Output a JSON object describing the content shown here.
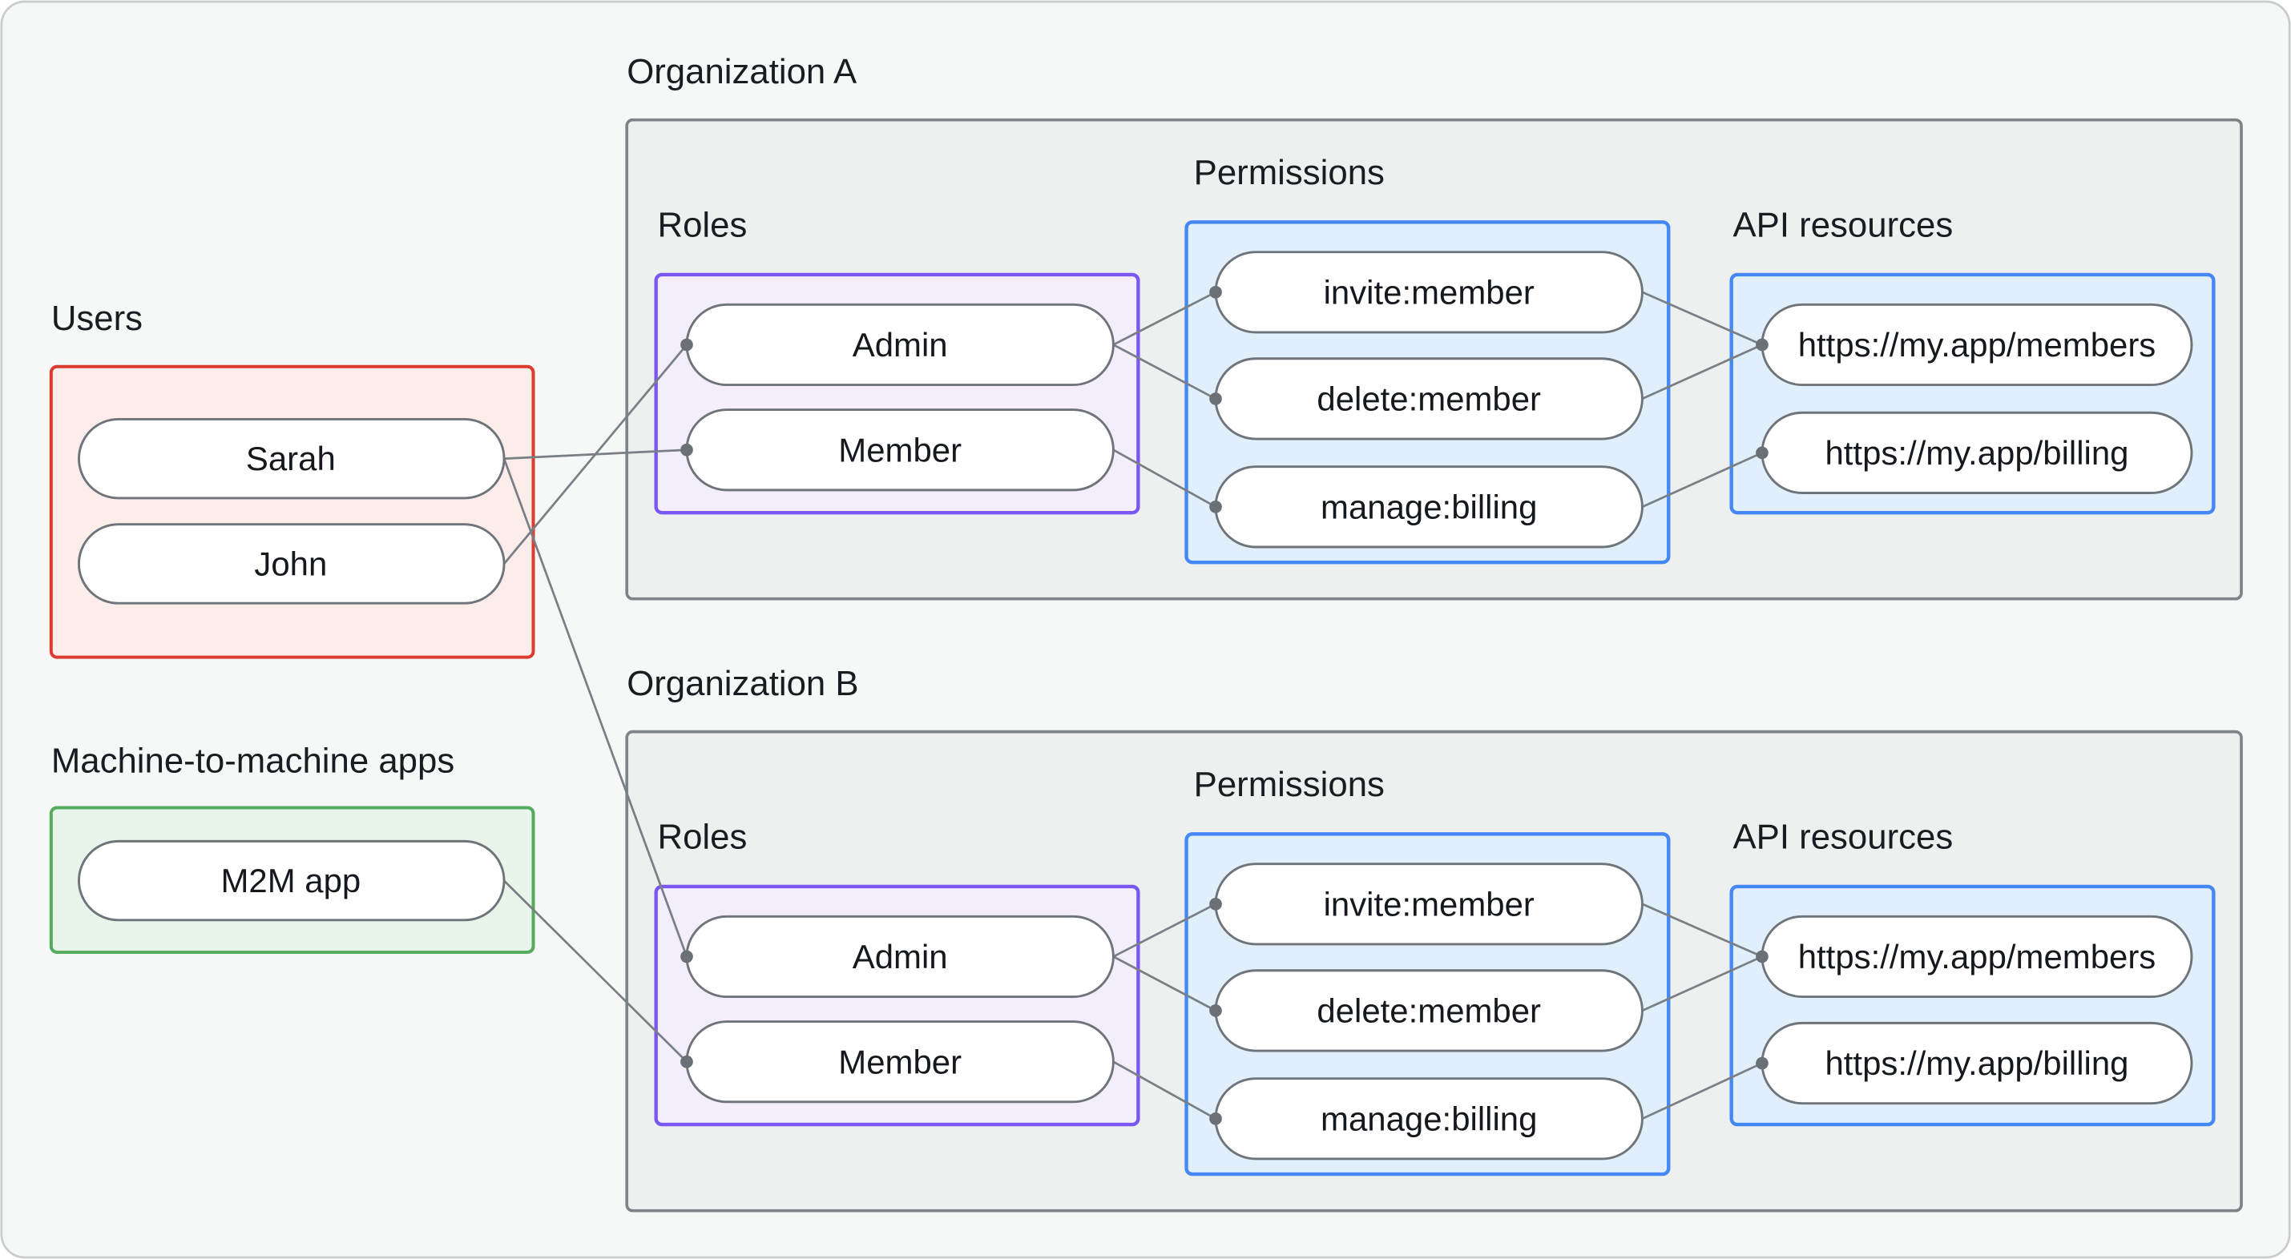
{
  "users_section": {
    "label": "Users",
    "nodes": [
      "Sarah",
      "John"
    ]
  },
  "m2m_section": {
    "label": "Machine-to-machine apps",
    "nodes": [
      "M2M app"
    ]
  },
  "orgs": [
    {
      "name": "Organization A",
      "roles_label": "Roles",
      "permissions_label": "Permissions",
      "api_resources_label": "API resources",
      "roles": [
        "Admin",
        "Member"
      ],
      "permissions": [
        "invite:member",
        "delete:member",
        "manage:billing"
      ],
      "api_resources": [
        "https://my.app/members",
        "https://my.app/billing"
      ]
    },
    {
      "name": "Organization B",
      "roles_label": "Roles",
      "permissions_label": "Permissions",
      "api_resources_label": "API resources",
      "roles": [
        "Admin",
        "Member"
      ],
      "permissions": [
        "invite:member",
        "delete:member",
        "manage:billing"
      ],
      "api_resources": [
        "https://my.app/members",
        "https://my.app/billing"
      ]
    }
  ],
  "connections": [
    {
      "from": "users.sarah",
      "to": "orgA.roles.member"
    },
    {
      "from": "users.john",
      "to": "orgA.roles.admin"
    },
    {
      "from": "users.sarah",
      "to": "orgB.roles.admin"
    },
    {
      "from": "m2m.m2m-app",
      "to": "orgB.roles.member"
    },
    {
      "from": "orgA.roles.admin",
      "to": "orgA.permissions.invite:member"
    },
    {
      "from": "orgA.roles.admin",
      "to": "orgA.permissions.delete:member"
    },
    {
      "from": "orgA.roles.member",
      "to": "orgA.permissions.manage:billing"
    },
    {
      "from": "orgA.permissions.invite:member",
      "to": "orgA.api.https://my.app/members"
    },
    {
      "from": "orgA.permissions.delete:member",
      "to": "orgA.api.https://my.app/members"
    },
    {
      "from": "orgA.permissions.manage:billing",
      "to": "orgA.api.https://my.app/billing"
    },
    {
      "from": "orgB.roles.admin",
      "to": "orgB.permissions.invite:member"
    },
    {
      "from": "orgB.roles.admin",
      "to": "orgB.permissions.delete:member"
    },
    {
      "from": "orgB.roles.member",
      "to": "orgB.permissions.manage:billing"
    },
    {
      "from": "orgB.permissions.invite:member",
      "to": "orgB.api.https://my.app/members"
    },
    {
      "from": "orgB.permissions.delete:member",
      "to": "orgB.api.https://my.app/members"
    },
    {
      "from": "orgB.permissions.manage:billing",
      "to": "orgB.api.https://my.app/billing"
    }
  ],
  "palette": {
    "canvas_bg": "#f6f7f7",
    "org_fill": "#eeefef",
    "org_stroke": "#7e8387",
    "users_fill": "#fcecea",
    "users_stroke": "#dc3b30",
    "m2m_fill": "#e9f5ea",
    "m2m_stroke": "#57ab5f",
    "roles_fill": "#f3edfc",
    "roles_stroke": "#7a57f3",
    "permissions_fill": "#e1effd",
    "permissions_stroke": "#4488f5",
    "pill_fill": "#ffffff",
    "pill_stroke": "#6e747a",
    "connector": "#797f84",
    "text": "#15181d"
  }
}
